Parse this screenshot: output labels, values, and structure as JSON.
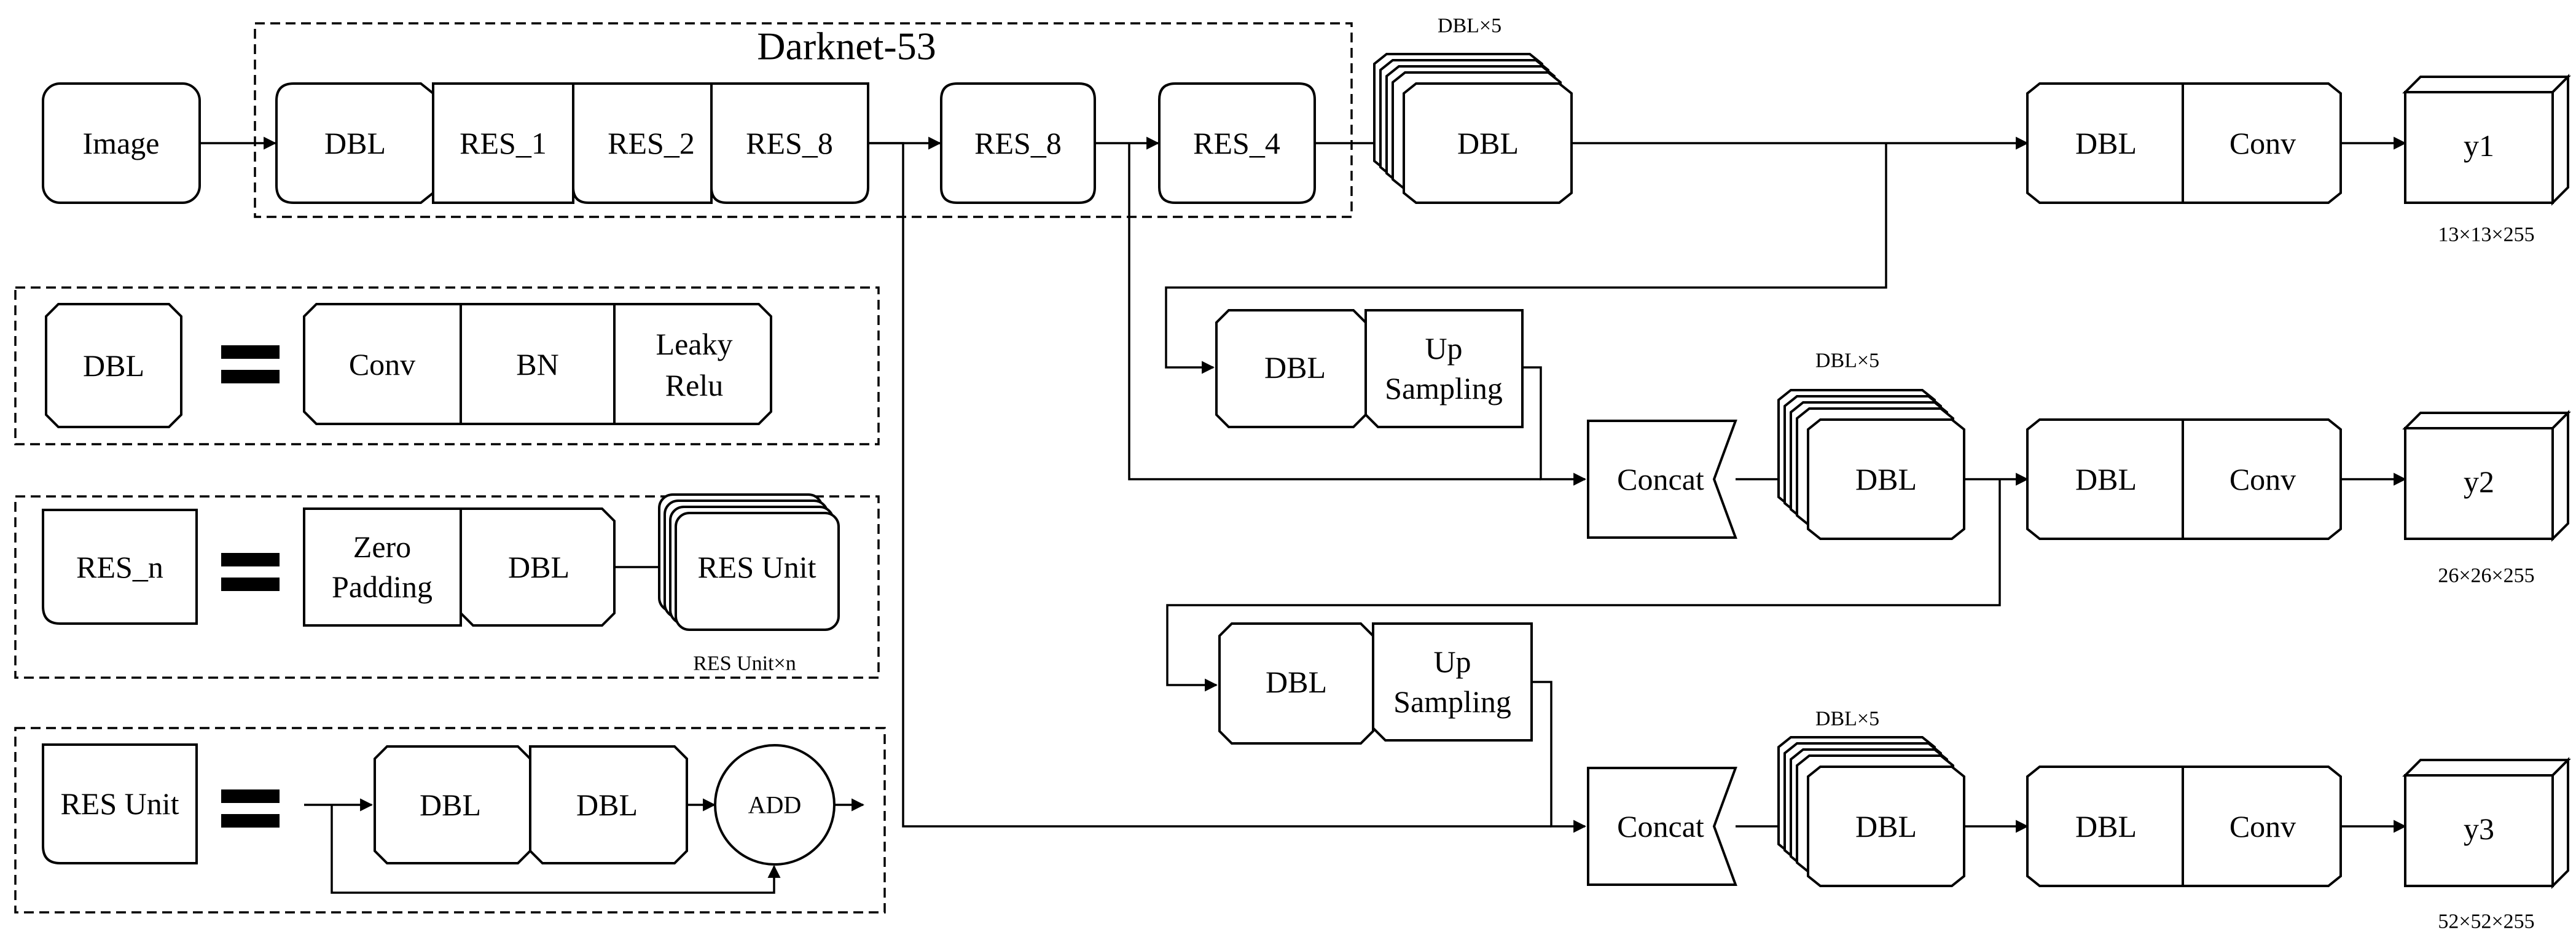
{
  "title": "Darknet-53",
  "blocks": {
    "image": "Image",
    "dbl": "DBL",
    "res1": "RES_1",
    "res2": "RES_2",
    "res8": "RES_8",
    "res4": "RES_4",
    "conv": "Conv",
    "bn": "BN",
    "leaky": [
      "Leaky",
      "Relu"
    ],
    "resn": "RES_n",
    "zero_padding": [
      "Zero",
      "Padding"
    ],
    "res_unit": "RES Unit",
    "add": "ADD",
    "upsampling": [
      "Up",
      "Sampling"
    ],
    "concat": "Concat"
  },
  "annotations": {
    "dbl_x5": "DBL×5",
    "res_unit_xn": "RES Unit×n"
  },
  "outputs": [
    {
      "label": "y1",
      "size": "13×13×255"
    },
    {
      "label": "y2",
      "size": "26×26×255"
    },
    {
      "label": "y3",
      "size": "52×52×255"
    }
  ]
}
